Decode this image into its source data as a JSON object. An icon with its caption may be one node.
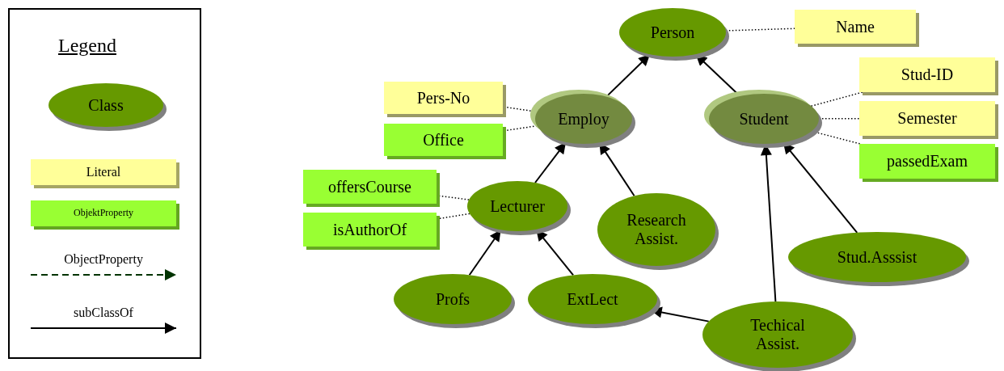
{
  "diagram": {
    "nodes": [
      {
        "text": [
          "Person"
        ]
      },
      {
        "text": [
          "Name"
        ]
      },
      {
        "text": [
          "Employ"
        ]
      },
      {
        "text": [
          "Student"
        ]
      },
      {
        "text": [
          "Pers-No"
        ]
      },
      {
        "text": [
          "Office"
        ]
      },
      {
        "text": [
          "Stud-ID"
        ]
      },
      {
        "text": [
          "Semester"
        ]
      },
      {
        "text": [
          "passedExam"
        ]
      },
      {
        "text": [
          "offersCourse"
        ]
      },
      {
        "text": [
          "isAuthorOf"
        ]
      },
      {
        "text": [
          "Lecturer"
        ]
      },
      {
        "text": [
          "Research Assist."
        ]
      },
      {
        "text": [
          "Stud.Asssist"
        ]
      },
      {
        "text": [
          "Profs"
        ]
      },
      {
        "text": [
          "ExtLect"
        ]
      },
      {
        "text": [
          "Techical Assist."
        ]
      }
    ],
    "edges": [
      {
        "from": 2,
        "to": 0,
        "arrow": "to"
      },
      {
        "from": 3,
        "to": 0,
        "arrow": "to"
      },
      {
        "from": 11,
        "to": 2,
        "arrow": "to"
      },
      {
        "from": 12,
        "to": 2,
        "arrow": "to"
      },
      {
        "from": 14,
        "to": 11,
        "arrow": "to"
      },
      {
        "from": 15,
        "to": 11,
        "arrow": "to"
      },
      {
        "from": 16,
        "to": 3,
        "arrow": "to"
      },
      {
        "from": 13,
        "to": 3,
        "arrow": "to"
      },
      {
        "from": 16,
        "to": 15,
        "arrow": "to"
      },
      {
        "from": 0,
        "to": 1,
        "arrow": "none",
        "style": "dashed"
      },
      {
        "from": 2,
        "to": 4,
        "arrow": "none",
        "style": "dashed"
      },
      {
        "from": 2,
        "to": 5,
        "arrow": "none",
        "style": "dashed"
      },
      {
        "from": 3,
        "to": 6,
        "arrow": "none",
        "style": "dashed"
      },
      {
        "from": 3,
        "to": 7,
        "arrow": "none",
        "style": "dashed"
      },
      {
        "from": 3,
        "to": 8,
        "arrow": "none",
        "style": "dashed"
      },
      {
        "from": 11,
        "to": 9,
        "arrow": "none",
        "style": "dashed"
      },
      {
        "from": 11,
        "to": 10,
        "arrow": "none",
        "style": "dashed"
      }
    ],
    "labels": [
      "Legend"
    ],
    "legend": [
      {
        "text": "Class"
      },
      {
        "text": "Literal",
        "color": "#ffff99"
      },
      {
        "text": "ObjektProperty",
        "color": "#99ff33"
      },
      {
        "text": "ObjectProperty"
      },
      {
        "text": "subClassOf"
      }
    ]
  }
}
